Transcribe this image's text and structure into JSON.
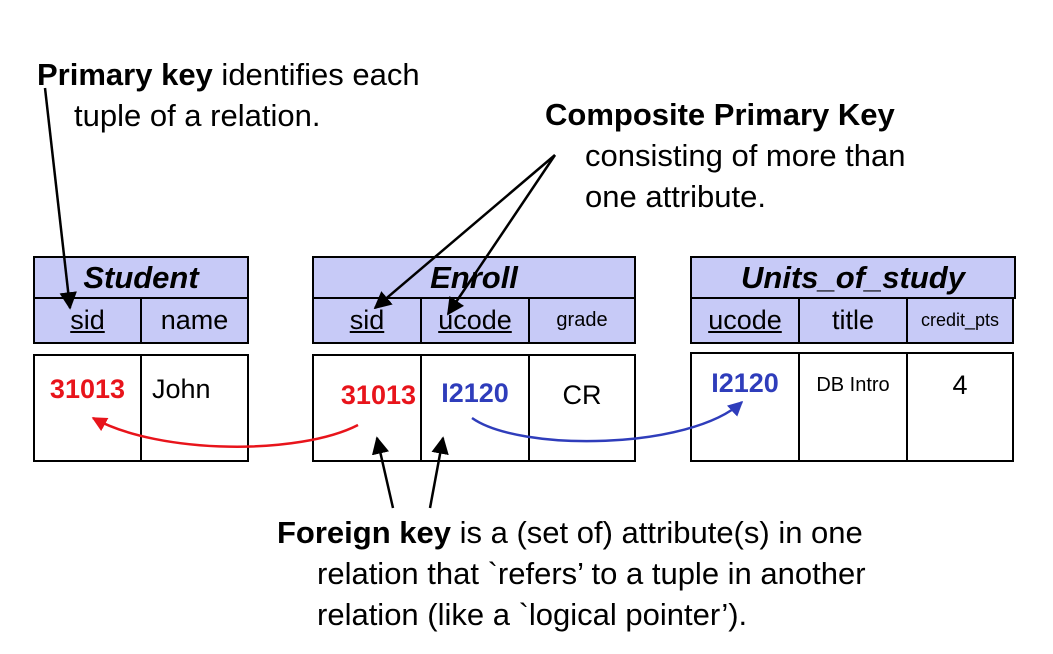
{
  "notes": {
    "primary": {
      "bold": "Primary key",
      "rest1": " identifies each",
      "line2": "tuple of a relation."
    },
    "composite": {
      "bold": "Composite Primary Key",
      "line2": "consisting of more than",
      "line3": "one attribute."
    },
    "foreign": {
      "bold": "Foreign key",
      "rest1": " is a (set of) attribute(s) in one",
      "line2": "relation that `refers’ to a tuple in another",
      "line3": "relation (like a `logical pointer’)."
    }
  },
  "relations": {
    "student": {
      "name": "Student",
      "attrs": [
        "sid",
        "name"
      ],
      "row": [
        "31013",
        "John"
      ]
    },
    "enroll": {
      "name": "Enroll",
      "attrs": [
        "sid",
        "ucode",
        "grade"
      ],
      "row": [
        "31013",
        "I2120",
        "CR"
      ]
    },
    "units": {
      "name": "Units_of_study",
      "attrs": [
        "ucode",
        "title",
        "credit_pts"
      ],
      "row": [
        "I2120",
        "DB Intro",
        "4"
      ]
    }
  },
  "colors": {
    "header_fill": "#c7caf7",
    "fk_red": "#e8141b",
    "fk_blue": "#2f3dbb"
  }
}
